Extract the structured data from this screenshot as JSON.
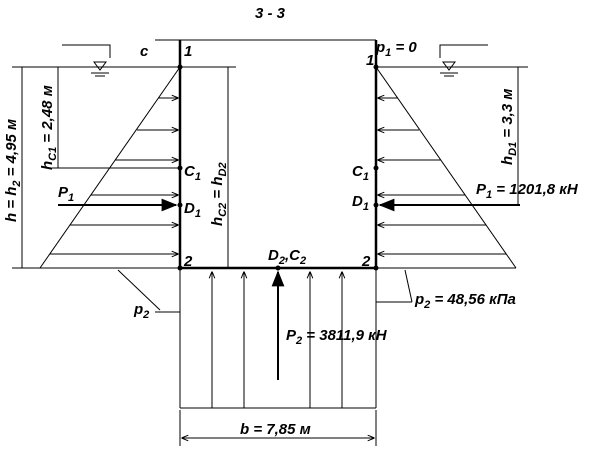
{
  "title": "3 - 3",
  "labels": {
    "c": "c",
    "p1_zero_main": "p",
    "p1_zero_sub": "1",
    "p1_zero_val": " = 0",
    "node1": "1",
    "node2": "2",
    "c1_main": "C",
    "c1_sub": "1",
    "d1_main": "D",
    "d1_sub": "1",
    "d2c2": "D",
    "d2c2_sub1": "2",
    "d2c2_mid": ",C",
    "d2c2_sub2": "2",
    "P1_left_main": "P",
    "P1_left_sub": "1",
    "P1_right_main": "P",
    "P1_right_sub": "1",
    "P1_right_val": " = 1201,8 кН",
    "P2_main": "P",
    "P2_sub": "2",
    "P2_val": " = 3811,9 кН",
    "p2_left_main": "p",
    "p2_left_sub": "2",
    "p2_right_main": "p",
    "p2_right_sub": "2",
    "p2_right_val": " = 48,56 кПа",
    "b_dim": "b = 7,85 м",
    "h_dim_main": "h = h",
    "h_dim_sub": "2",
    "h_dim_val": " = 4,95 м",
    "hc1_main": "h",
    "hc1_sub": "C1",
    "hc1_val": " = 2,48 м",
    "hc2_main": "h",
    "hc2_sub": "C2",
    "hc2_mid": " = h",
    "hc2_sub2": "D2",
    "hd1_main": "h",
    "hd1_sub": "D1",
    "hd1_val": " = 3,3 м"
  }
}
